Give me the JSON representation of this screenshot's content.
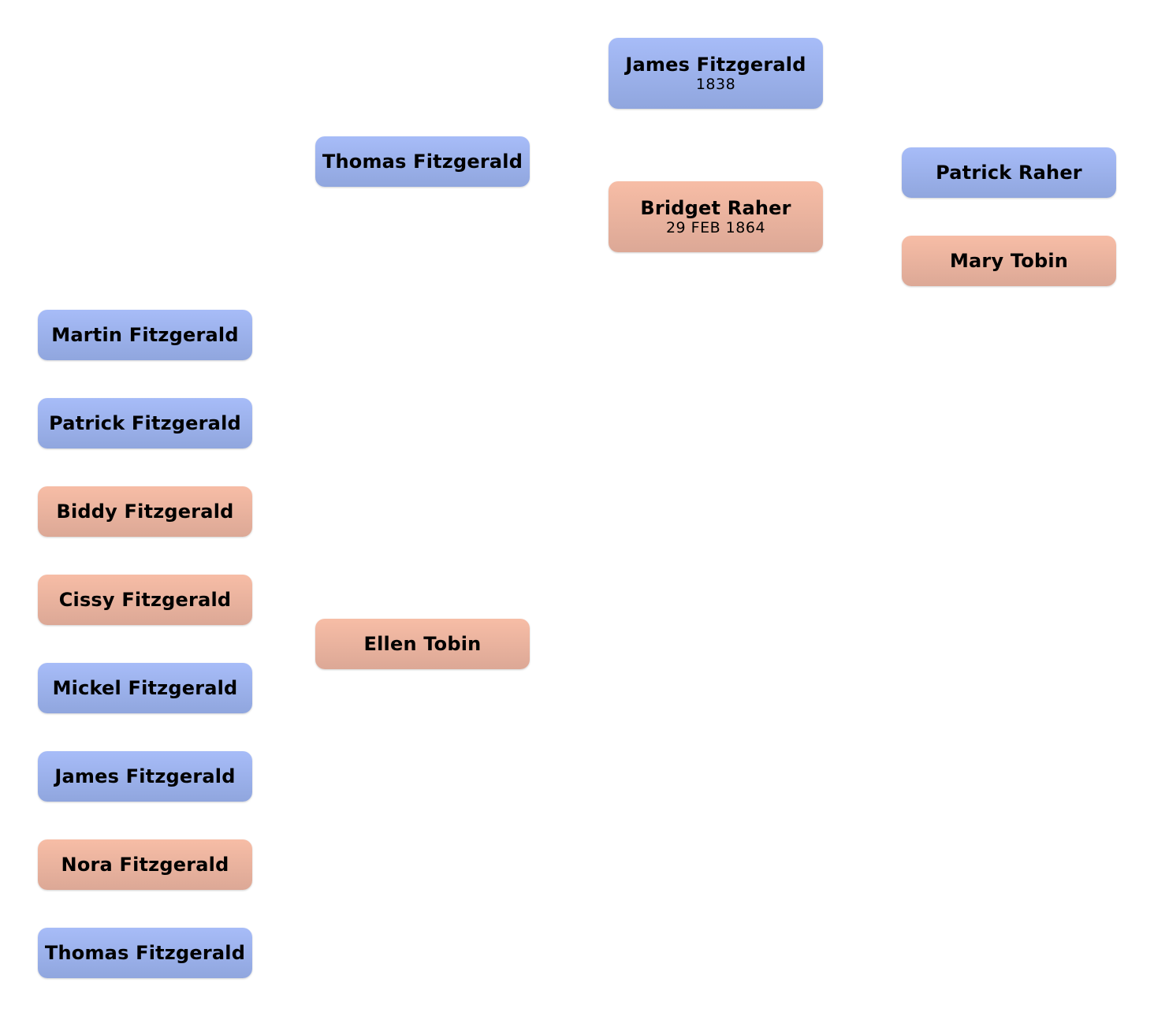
{
  "colors": {
    "male_top": "#a7bcf8",
    "male_bottom": "#90a6de",
    "female_top": "#f7bda6",
    "female_bottom": "#dca896",
    "background": "#ffffff"
  },
  "grandparents": {
    "paternal_father": {
      "name": "James Fitzgerald",
      "date": "1838",
      "sex": "male"
    },
    "paternal_mother": {
      "name": "Bridget Raher",
      "date": "29 FEB 1864",
      "sex": "female"
    }
  },
  "great_grandparents": {
    "father": {
      "name": "Patrick Raher",
      "sex": "male"
    },
    "mother": {
      "name": "Mary Tobin",
      "sex": "female"
    }
  },
  "parents": {
    "father": {
      "name": "Thomas Fitzgerald",
      "sex": "male"
    },
    "mother": {
      "name": "Ellen Tobin",
      "sex": "female"
    }
  },
  "children": [
    {
      "name": "Martin Fitzgerald",
      "sex": "male"
    },
    {
      "name": "Patrick Fitzgerald",
      "sex": "male"
    },
    {
      "name": "Biddy Fitzgerald",
      "sex": "female"
    },
    {
      "name": "Cissy Fitzgerald",
      "sex": "female"
    },
    {
      "name": "Mickel Fitzgerald",
      "sex": "male"
    },
    {
      "name": "James Fitzgerald",
      "sex": "male"
    },
    {
      "name": "Nora Fitzgerald",
      "sex": "female"
    },
    {
      "name": "Thomas Fitzgerald",
      "sex": "male"
    }
  ]
}
